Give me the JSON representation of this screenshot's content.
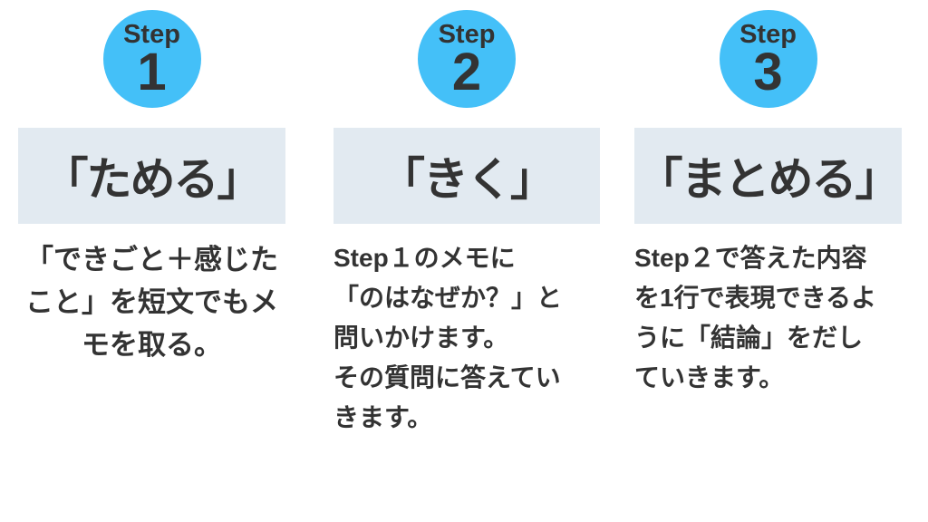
{
  "colors": {
    "accent_blue": "#44c0f8",
    "box_background": "#e2eaf1",
    "text_dark": "#333333",
    "page_background": "#ffffff"
  },
  "steps": [
    {
      "badge_label": "Step",
      "badge_number": "1",
      "title": "「ためる」",
      "description": "「できごと＋感じた\nこと」を短文でもメ\nモを取る。"
    },
    {
      "badge_label": "Step",
      "badge_number": "2",
      "title": "「きく」",
      "description": "Step１のメモに\n「のはなぜか？」と\n問いかけます。\nその質問に答えてい\nきます。"
    },
    {
      "badge_label": "Step",
      "badge_number": "3",
      "title": "「まとめる」",
      "description": "Step２で答えた内容\nを1行で表現できるよ\nうに「結論」をだし\nていきます。"
    }
  ]
}
